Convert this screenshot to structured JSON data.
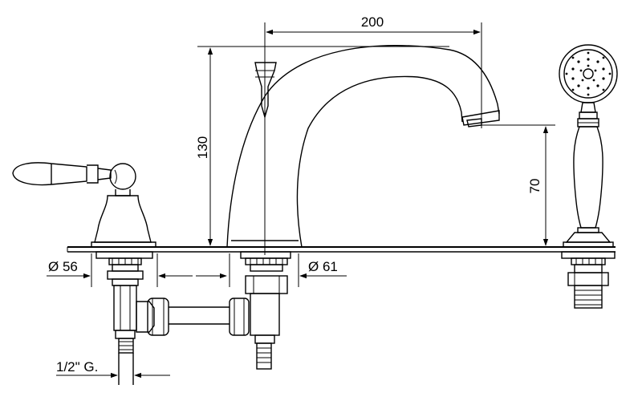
{
  "dimensions": {
    "spout_reach": "200",
    "spout_height": "130",
    "outlet_height": "70",
    "handle_base_diameter": "Ø 56",
    "spout_base_diameter": "Ø 61",
    "connection_thread": "1/2\" G."
  },
  "components": [
    "mixer-lever-handle",
    "bath-spout",
    "hand-shower",
    "mounting-deck",
    "connection-pipe"
  ]
}
